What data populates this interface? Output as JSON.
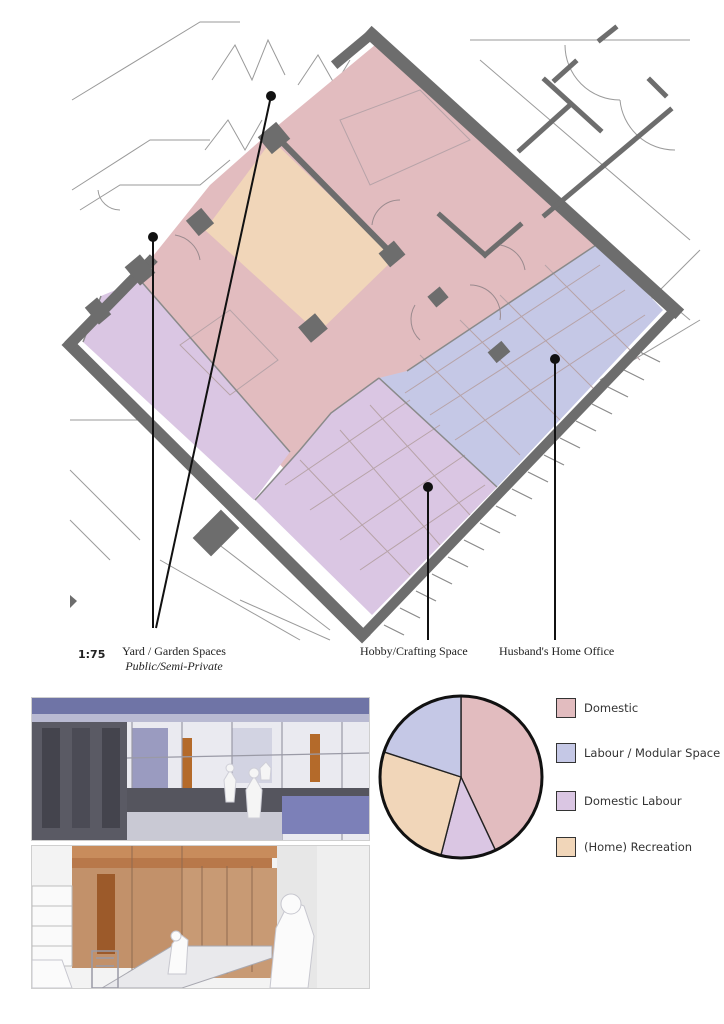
{
  "plan": {
    "scale_label": "1:75",
    "callouts": [
      {
        "id": "yard",
        "title": "Yard / Garden Spaces",
        "subtitle": "Public/Semi-Private"
      },
      {
        "id": "hobby",
        "title": "Hobby/Crafting Space"
      },
      {
        "id": "office",
        "title": "Husband's Home Office"
      }
    ]
  },
  "colors": {
    "domestic": "#e2bcbf",
    "labour_modular": "#c5c8e6",
    "domestic_labour": "#dac6e3",
    "recreation": "#f1d6b9",
    "wall": "#6d6d6d"
  },
  "legend": [
    {
      "label": "Domestic",
      "color": "#e2bcbf"
    },
    {
      "label": "Labour / Modular Space",
      "color": "#c5c8e6"
    },
    {
      "label": "Domestic Labour",
      "color": "#dac6e3"
    },
    {
      "label": "(Home) Recreation",
      "color": "#f1d6b9"
    }
  ],
  "chart_data": {
    "type": "pie",
    "slices": [
      {
        "label": "Domestic",
        "value": 43,
        "color": "#e2bcbf"
      },
      {
        "label": "Domestic Labour",
        "value": 11,
        "color": "#dac6e3"
      },
      {
        "label": "(Home) Recreation",
        "value": 26,
        "color": "#f1d6b9"
      },
      {
        "label": "Labour / Modular Space",
        "value": 20,
        "color": "#c5c8e6"
      }
    ]
  }
}
